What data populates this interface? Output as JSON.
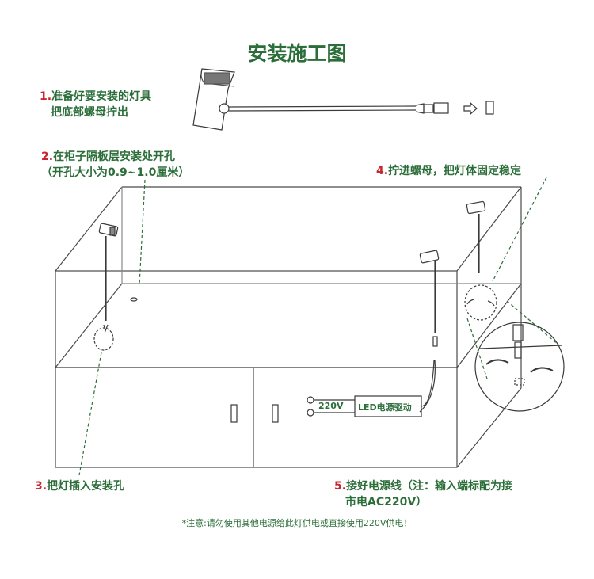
{
  "title": "安装施工图",
  "steps": {
    "s1": {
      "num": "1.",
      "line1": "准备好要安装的灯具",
      "line2": "把底部螺母拧出"
    },
    "s2": {
      "num": "2.",
      "line1": "在柜子隔板层安装处开孔",
      "line2": "（开孔大小为0.9~1.0厘米）"
    },
    "s3": {
      "num": "3.",
      "line1": "把灯插入安装孔"
    },
    "s4": {
      "num": "4.",
      "line1": "拧进螺母，把灯体固定稳定"
    },
    "s5": {
      "num": "5.",
      "line1": "接好电源线（注：输入端标配为接",
      "line2": "市电AC220V）"
    }
  },
  "driver": {
    "voltage": "220V",
    "label": "LED电源驱动"
  },
  "note": "*注意:请勿使用其他电源给此灯供电或直接使用220V供电！",
  "colors": {
    "accent": "#2c6e3a",
    "step_number": "#c8262e",
    "line": "#3a3a3a"
  }
}
